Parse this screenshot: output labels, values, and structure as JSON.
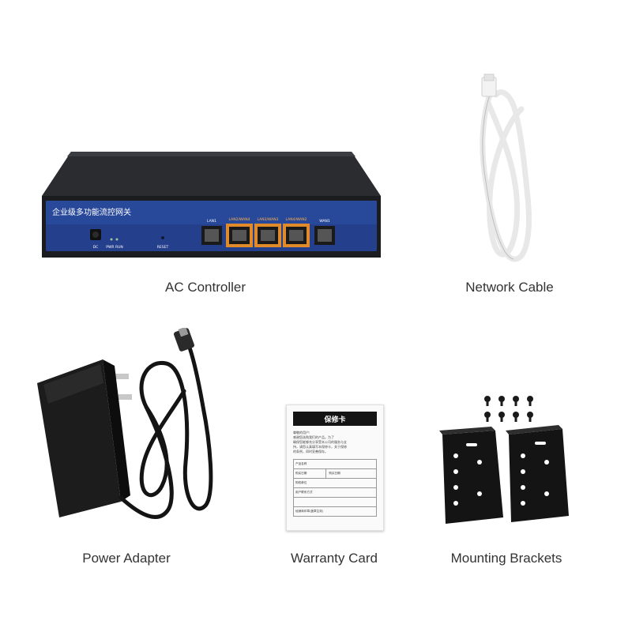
{
  "items": [
    {
      "caption": "AC Controller"
    },
    {
      "caption": "Network Cable"
    },
    {
      "caption": "Power Adapter"
    },
    {
      "caption": "Warranty Card"
    },
    {
      "caption": "Mounting Brackets"
    }
  ],
  "router": {
    "title": "企业级多功能流控网关",
    "port_labels": [
      "LAN1",
      "LAN2/WAN4",
      "LAN3/WAN3",
      "LAN4/WAN2",
      "WAN1"
    ],
    "bottom_labels": [
      "DC",
      "PWR RUN",
      "RESET"
    ],
    "colors": {
      "body": "#1d1f22",
      "panel": "#243f8c",
      "port_frame": "#e08a2a"
    }
  },
  "warranty_card": {
    "title": "保修卡",
    "text_lines": [
      "尊敬的用户:",
      "感谢您选购我们的产品。为了",
      "确保您能够充分享受本公司的服务与支",
      "持，请您认真填写本保修卡，关于保修",
      "的条例，同时妥善保存。"
    ],
    "rows": [
      "产品名称",
      "购买日期",
      "购机单位",
      "用户联系方式",
      "",
      "经销商印章(盖章生效)"
    ],
    "mid_cell": "购买日期"
  }
}
